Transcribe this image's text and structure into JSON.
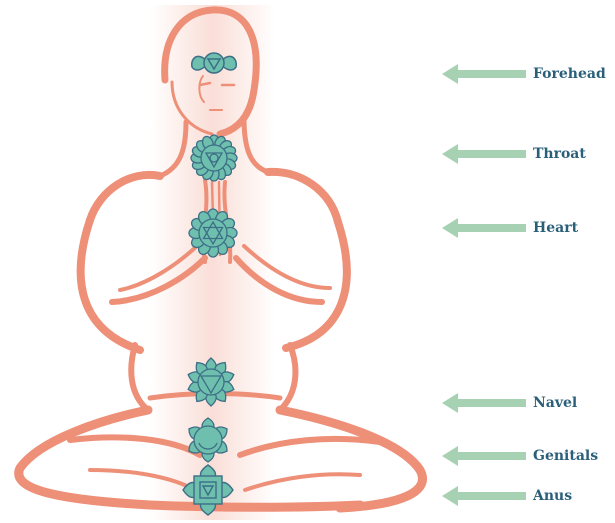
{
  "colors": {
    "body_outline": "#ee8f78",
    "glow": "#f6c3b6",
    "chakra_fill": "#6fbfae",
    "chakra_stroke": "#3c6f86",
    "arrow": "#a6d2b3",
    "label_text": "#2a5f7a"
  },
  "chakras": [
    {
      "id": "forehead",
      "label": "Forehead",
      "icon": "two-petal-lotus-icon"
    },
    {
      "id": "throat",
      "label": "Throat",
      "icon": "sixteen-petal-lotus-icon"
    },
    {
      "id": "heart",
      "label": "Heart",
      "icon": "twelve-petal-lotus-star-icon"
    },
    {
      "id": "navel",
      "label": "Navel",
      "icon": "ten-petal-lotus-triangle-icon"
    },
    {
      "id": "genitals",
      "label": "Genitals",
      "icon": "six-petal-lotus-crescent-icon"
    },
    {
      "id": "anus",
      "label": "Anus",
      "icon": "four-petal-lotus-square-icon"
    }
  ]
}
